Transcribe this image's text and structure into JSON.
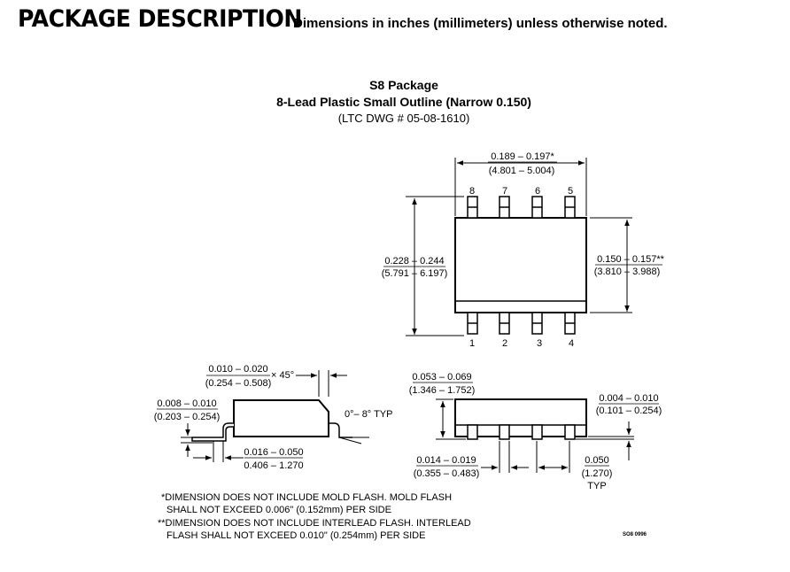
{
  "header": {
    "title": "PACKAGE DESCRIPTION",
    "subtitle": "Dimensions in inches (millimeters) unless otherwise noted."
  },
  "package": {
    "name": "S8 Package",
    "description": "8-Lead Plastic Small Outline (Narrow 0.150)",
    "drawing_number": "(LTC DWG # 05-08-1610)"
  },
  "top_view": {
    "pins_top": [
      "8",
      "7",
      "6",
      "5"
    ],
    "pins_bottom": [
      "1",
      "2",
      "3",
      "4"
    ],
    "length_in": "0.189 – 0.197*",
    "length_mm": "(4.801 – 5.004)",
    "width_in": "0.228 – 0.244",
    "width_mm": "(5.791 – 6.197)",
    "body_width_in": "0.150 – 0.157**",
    "body_width_mm": "(3.810 – 3.988)"
  },
  "side_view": {
    "chamfer_in": "0.010 – 0.020",
    "chamfer_mm": "(0.254 – 0.508)",
    "chamfer_angle": "× 45°",
    "lead_thick_in": "0.008 – 0.010",
    "lead_thick_mm": "(0.203 – 0.254)",
    "angle": "0°– 8° TYP",
    "foot_in": "0.016 – 0.050",
    "foot_mm": "0.406 – 1.270"
  },
  "front_view": {
    "height_in": "0.053 – 0.069",
    "height_mm": "(1.346 – 1.752)",
    "standoff_in": "0.004 – 0.010",
    "standoff_mm": "(0.101 – 0.254)",
    "lead_width_in": "0.014 – 0.019",
    "lead_width_mm": "(0.355 – 0.483)",
    "pitch_in": "0.050",
    "pitch_mm": "(1.270)",
    "pitch_typ": "TYP"
  },
  "notes": {
    "note1_line1": "*DIMENSION DOES NOT INCLUDE MOLD FLASH. MOLD FLASH",
    "note1_line2": "SHALL NOT EXCEED 0.006\" (0.152mm) PER SIDE",
    "note2_line1": "**DIMENSION DOES NOT INCLUDE INTERLEAD FLASH. INTERLEAD",
    "note2_line2": "FLASH SHALL NOT EXCEED 0.010\" (0.254mm) PER SIDE",
    "drawing_code": "SO8 0996"
  }
}
